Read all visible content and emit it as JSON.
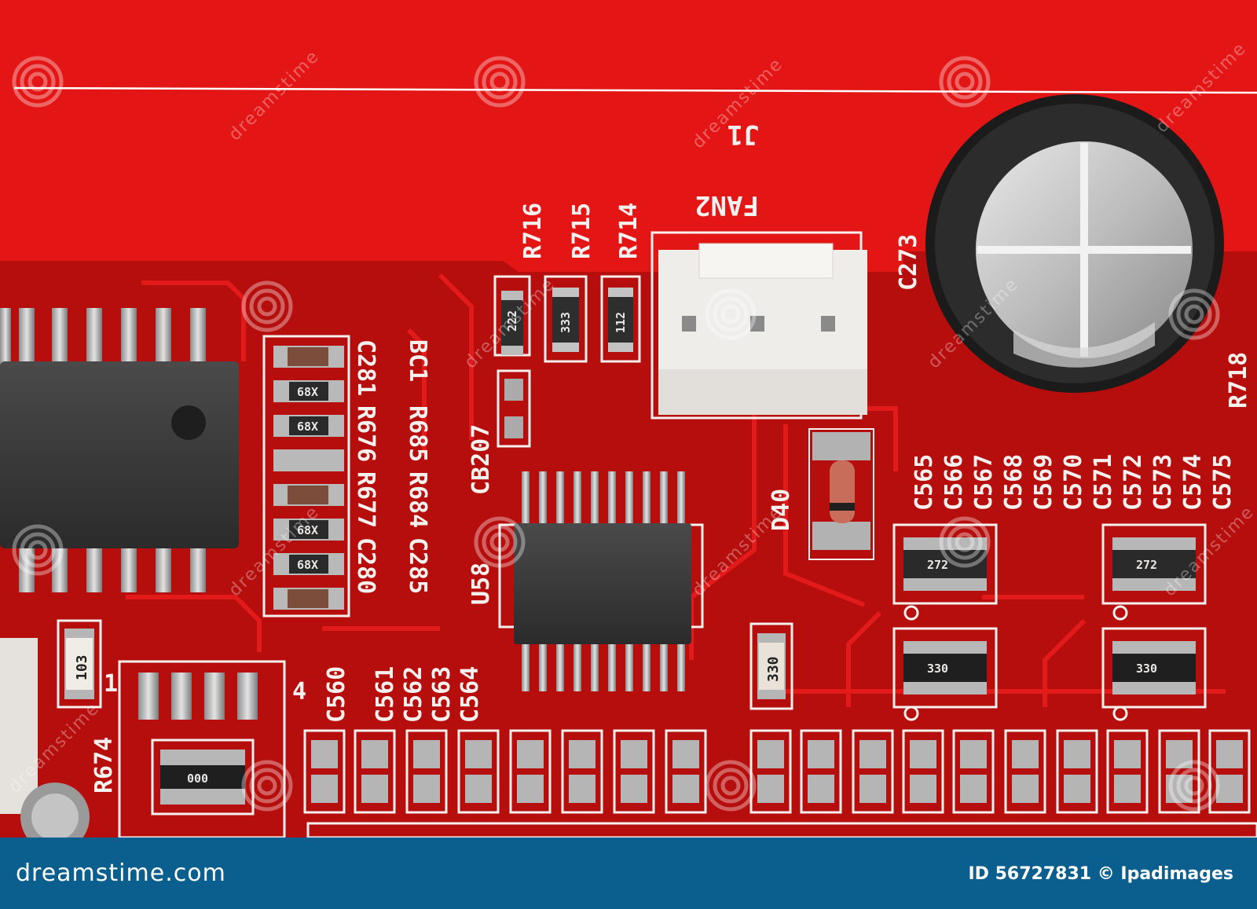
{
  "image": {
    "subject": "Macro photo of a red circuit board",
    "labels": {
      "j1": "J1",
      "fan2": "FAN2",
      "r716": "R716",
      "r715": "R715",
      "r714": "R714",
      "c273": "C273",
      "r718": "R718",
      "cb207": "CB207",
      "u58": "U58",
      "d40": "D40",
      "r674": "R674",
      "pin4": "4",
      "pin1": "1",
      "left_column": [
        "C281",
        "R676",
        "R677",
        "C280",
        "BC1",
        "R685",
        "R684",
        "C285"
      ],
      "bottom_caps": [
        "C560",
        "C561",
        "C562",
        "C563",
        "C564"
      ],
      "right_caps": [
        "C565",
        "C566",
        "C567",
        "C568",
        "C569",
        "C570",
        "C571",
        "C572",
        "C573",
        "C574",
        "C575"
      ]
    },
    "part_codes": {
      "r716": "222",
      "r715": "333",
      "r714": "112",
      "cap_68x_1": "68X",
      "cap_68x_2": "68X",
      "cap_68x_3": "68X",
      "cap_68x_4": "68X",
      "array1": "272",
      "array2": "272",
      "array3": "330",
      "array4": "330",
      "resistor_bottom": "330",
      "resistor_left": "103",
      "array_bottom_left": "000"
    },
    "watermark_text": "dreamstime"
  },
  "footer": {
    "logo": "dreamstime.com",
    "id_text": "ID 56727831 © Ipadimages"
  }
}
